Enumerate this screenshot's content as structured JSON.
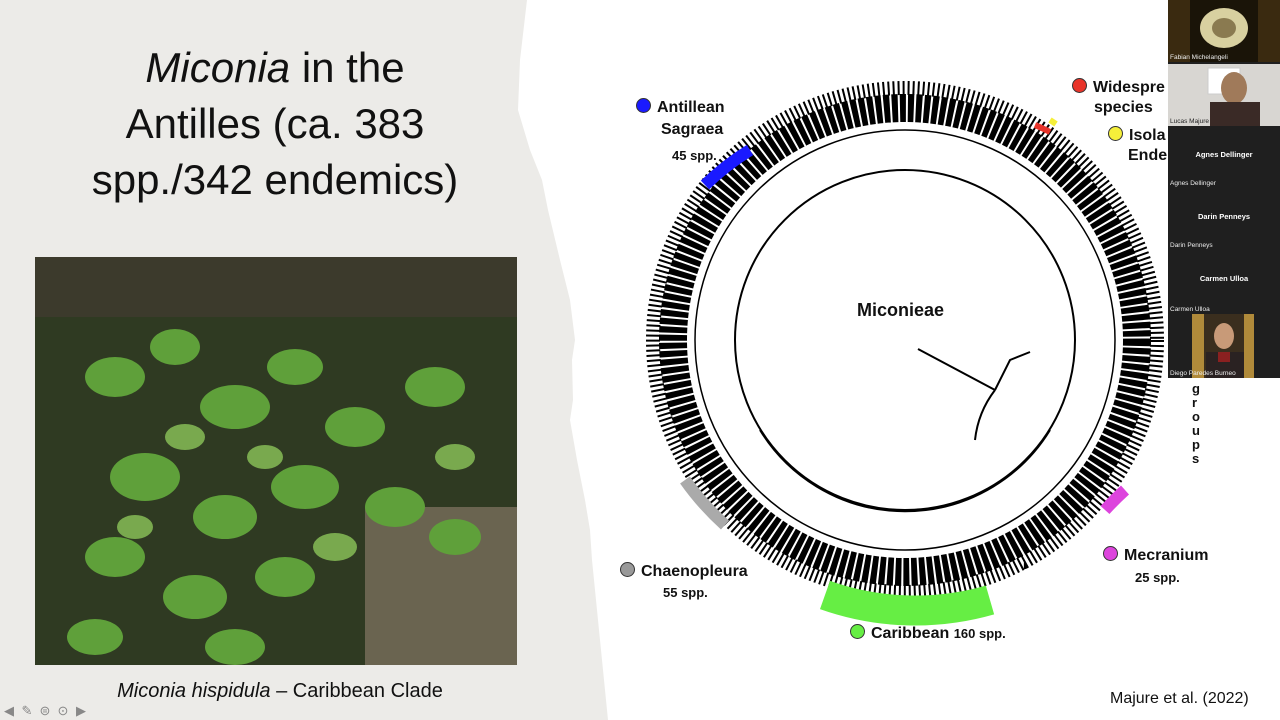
{
  "slide": {
    "title_italic": "Miconia",
    "title_rest_line1": " in the",
    "title_line2": "Antilles (ca. 383",
    "title_line3": "spp./342 endemics)",
    "caption_italic": "Miconia hispidula",
    "caption_rest": " – Caribbean Clade",
    "citation": "Majure et al. (2022)",
    "photo_alt": "Miconia hispidula shrub with green leaves"
  },
  "figure": {
    "center_label": "Miconieae",
    "clades": [
      {
        "name": "Antillean Sagraea",
        "line1": "Antillean",
        "line2": "Sagraea",
        "spp": "45 spp.",
        "color": "#1a1aff"
      },
      {
        "name": "Widespread species",
        "line1": "Widespre",
        "line2": "species",
        "color": "#e8342a"
      },
      {
        "name": "Isolated Endemics",
        "line1": "Isola",
        "line2": "Ende",
        "color": "#f5ef3a"
      },
      {
        "name": "Outgroups",
        "vertical": "groups"
      },
      {
        "name": "Mecranium",
        "line1": "Mecranium",
        "spp": "25 spp.",
        "color": "#dd44dd"
      },
      {
        "name": "Caribbean",
        "line1": "Caribbean",
        "spp": "160 spp.",
        "color": "#66ee44"
      },
      {
        "name": "Chaenopleura",
        "line1": "Chaenopleura",
        "spp": "55 spp.",
        "color": "#999999"
      }
    ]
  },
  "participants": [
    {
      "name": "Fabian Michelangeli",
      "type": "video"
    },
    {
      "name": "Lucas Majure",
      "type": "video"
    },
    {
      "name": "Agnes Dellinger",
      "type": "name-only"
    },
    {
      "name": "Darin Penneys",
      "type": "name-only"
    },
    {
      "name": "Carmen Ulloa",
      "type": "name-only"
    },
    {
      "name": "Diego Paredes Burneo",
      "type": "video"
    }
  ],
  "nav_icons": [
    "prev-arrow-icon",
    "pen-icon",
    "subtitles-icon",
    "more-icon",
    "next-arrow-icon"
  ]
}
